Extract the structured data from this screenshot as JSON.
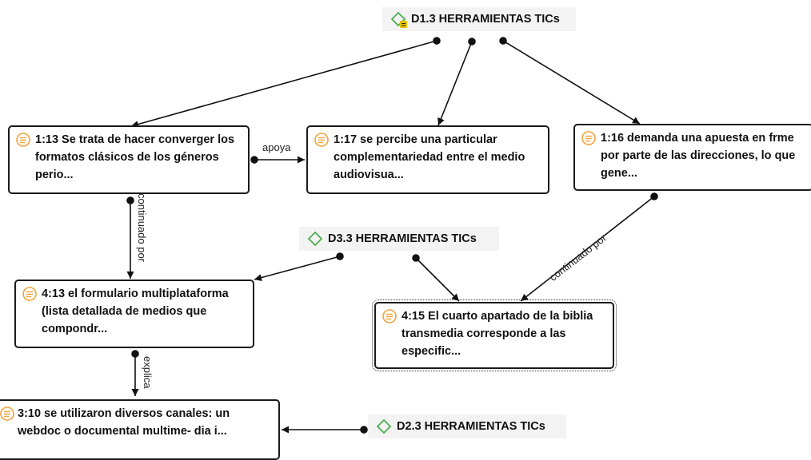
{
  "codes": {
    "d13": "D1.3 HERRAMIENTAS TICs",
    "d33": "D3.3 HERRAMIENTAS TICs",
    "d23": "D2.3 HERRAMIENTAS TICs"
  },
  "quotes": {
    "q113": "1:13 Se trata de hacer converger los formatos clásicos de los géneros perio...",
    "q117": "1:17 se percibe una particular complementariedad entre el medio audiovisua...",
    "q116": "1:16 demanda una apuesta en frme por parte de las  direcciones, lo que gene...",
    "q413": "4:13 el formulario multiplataforma (lista detallada de medios que compondr...",
    "q415": "4:15 El cuarto apartado de la biblia transmedia corresponde a las especific...",
    "q310": "3:10 se utilizaron diversos canales: un webdoc o documental multime-  dia i..."
  },
  "relations": {
    "apoya": "apoya",
    "continuado_por": "continuado por",
    "explica": "explica"
  },
  "colors": {
    "code_diamond": "#4caf50",
    "code_bg": "#f3f3f3",
    "quote_icon": "#f2a33a",
    "comment_marker": "#e8c200",
    "link": "#111111"
  },
  "icons": {
    "code": "green-diamond-icon",
    "quote": "quotation-doc-icon",
    "comment": "comment-marker-icon"
  }
}
